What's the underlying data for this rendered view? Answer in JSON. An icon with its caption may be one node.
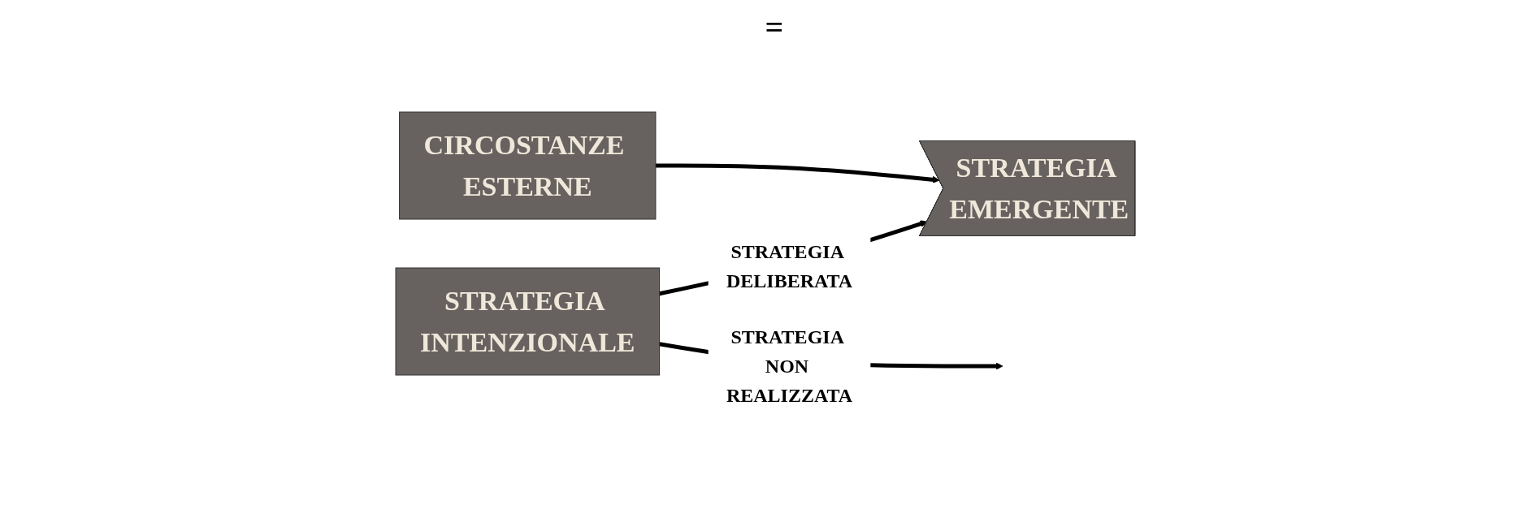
{
  "diagram": {
    "nodes": [
      {
        "text": [
          "STRATEGIA INTENZIONALE"
        ]
      },
      {
        "text": [
          "CIRCOSTANZE ESTERNE"
        ]
      },
      {
        "text": [
          "STRATEGIA EMERGENTE"
        ]
      }
    ],
    "edges": [
      {
        "from": 0,
        "to": 2,
        "arrow": "to",
        "label": "STRATEGIA DELIBERATA"
      },
      {
        "from": 0,
        "to": null,
        "arrow": "to",
        "label": "STRATEGIA NON REALIZZATA"
      },
      {
        "from": 1,
        "to": 2,
        "arrow": "to"
      }
    ],
    "labels": [
      "="
    ]
  }
}
